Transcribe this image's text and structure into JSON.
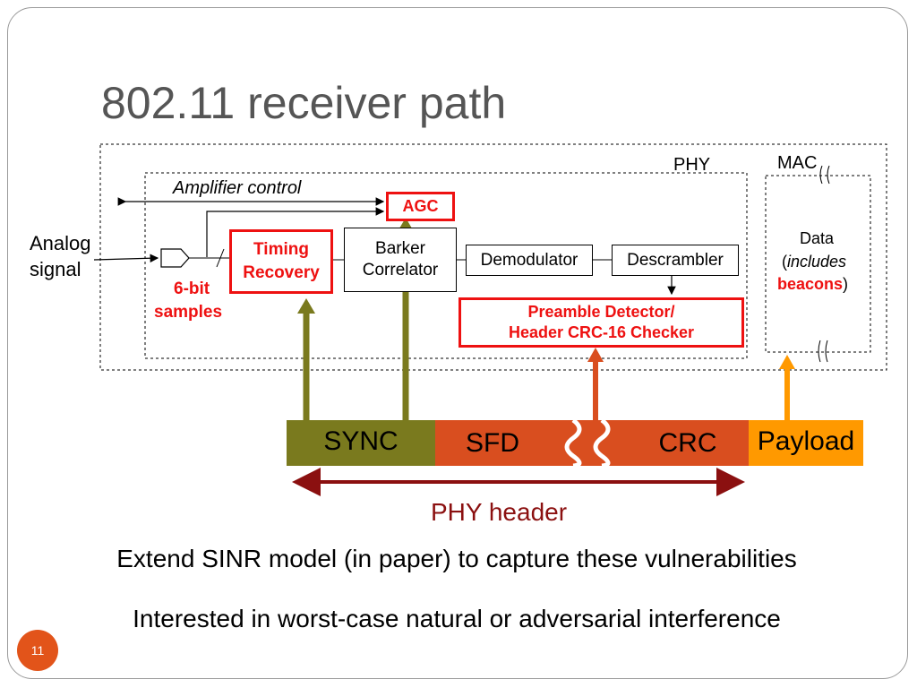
{
  "title": "802.11 receiver path",
  "labels": {
    "amplifier_control": "Amplifier control",
    "phy": "PHY",
    "mac": "MAC",
    "analog_signal_line1": "Analog",
    "analog_signal_line2": "signal",
    "six_bit": "6-bit",
    "samples": "samples",
    "agc": "AGC",
    "timing_recovery_line1": "Timing",
    "timing_recovery_line2": "Recovery",
    "barker_line1": "Barker",
    "barker_line2": "Correlator",
    "demodulator": "Demodulator",
    "descrambler": "Descrambler",
    "preamble_line1": "Preamble Detector/",
    "preamble_line2": "Header CRC-16 Checker",
    "data_line1": "Data",
    "data_open_paren": "(",
    "data_includes": "includes",
    "data_beacons": "beacons",
    "data_close_paren": ")"
  },
  "packet": {
    "sync": "SYNC",
    "sfd": "SFD",
    "crc": "CRC",
    "payload": "Payload",
    "phy_header": "PHY header"
  },
  "bullets": [
    "Extend SINR model (in paper) to capture these vulnerabilities",
    "Interested in worst-case natural or adversarial interference"
  ],
  "page_number": "11",
  "colors": {
    "sync": "#7a7a1e",
    "sfd": "#d94e1f",
    "crc": "#d94e1f",
    "payload": "#ff9900",
    "phy_header": "#8b1010",
    "red": "#ee1111"
  }
}
